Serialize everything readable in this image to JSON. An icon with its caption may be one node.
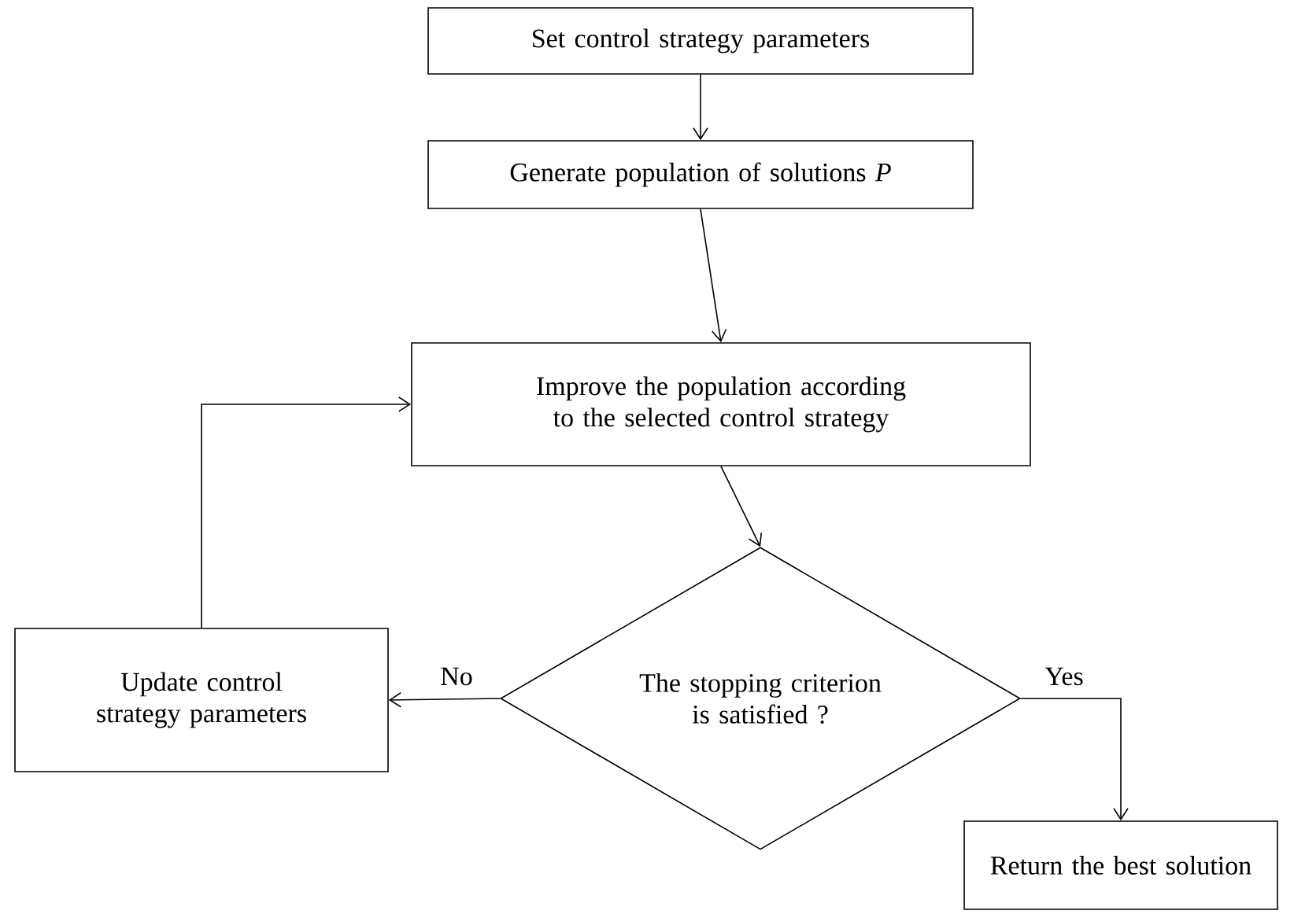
{
  "diagram": {
    "nodes": [
      {
        "text": [
          "Set control strategy parameters"
        ]
      },
      {
        "text": [
          "Generate population of solutions *P*"
        ]
      },
      {
        "text": [
          "Improve the population according to the selected control strategy"
        ]
      },
      {
        "text": [
          "The stopping criterion is satisfied ?"
        ]
      },
      {
        "text": [
          "Update control strategy parameters"
        ]
      },
      {
        "text": [
          "Return the best solution"
        ]
      }
    ],
    "edges": [
      {
        "from": 0,
        "to": 1,
        "arrow": "to"
      },
      {
        "from": 1,
        "to": 2,
        "arrow": "to"
      },
      {
        "from": 2,
        "to": 3,
        "arrow": "to"
      },
      {
        "from": 3,
        "to": 4,
        "arrow": "to",
        "label": "No"
      },
      {
        "from": 3,
        "to": 5,
        "arrow": "to",
        "label": "Yes"
      },
      {
        "from": 4,
        "to": 2,
        "arrow": "to"
      }
    ]
  }
}
